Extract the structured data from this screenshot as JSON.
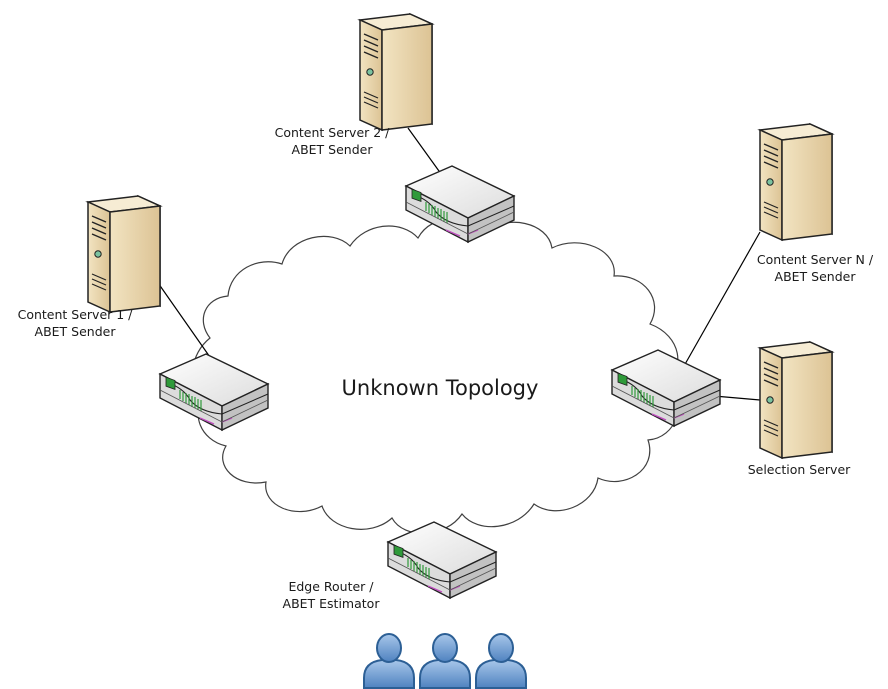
{
  "cloud": {
    "label": "Unknown Topology"
  },
  "servers": [
    {
      "id": "content-server-2",
      "lines": [
        "Content Server 2 /",
        "ABET Sender"
      ]
    },
    {
      "id": "content-server-1",
      "lines": [
        "Content Server 1 /",
        "ABET Sender"
      ]
    },
    {
      "id": "content-server-n",
      "lines": [
        "Content Server N /",
        "ABET Sender"
      ]
    },
    {
      "id": "selection-server",
      "lines": [
        "Selection Server"
      ]
    }
  ],
  "routers": [
    {
      "id": "edge-router",
      "lines": [
        "Edge Router /",
        "ABET Estimator"
      ]
    }
  ],
  "users": {
    "count": 3
  },
  "colors": {
    "server_body": "#ead7ad",
    "server_side": "#c9b48a",
    "server_top": "#f4ead0",
    "router_top": "#f0f0f0",
    "router_front": "#d4d4d4",
    "router_side": "#bdbdbd",
    "router_led": "#2f9a3a",
    "router_stripe": "#c04fc0",
    "cloud_stroke": "#404040",
    "user_fill": "#6f9fd0",
    "user_stroke": "#2c5f95",
    "line": "#000000"
  }
}
